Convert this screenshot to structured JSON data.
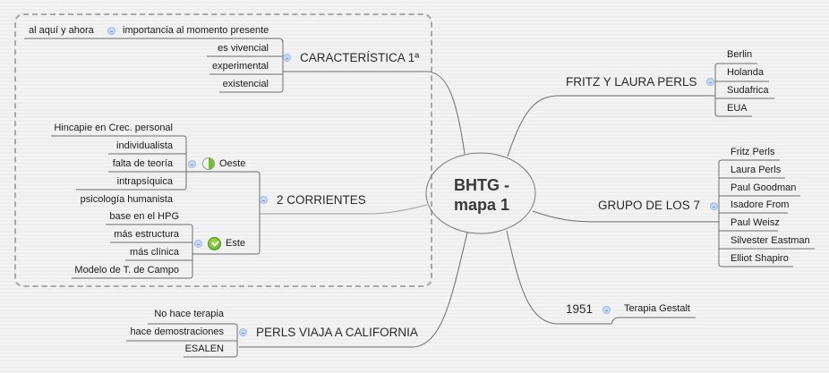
{
  "central_topic": {
    "line1": "BHTG -",
    "line2": "mapa 1"
  },
  "boundary": {
    "label": ""
  },
  "left_branches": {
    "caracteristica": {
      "title": "CARACTERÍSTICA 1ª",
      "children": [
        {
          "label": "importancia al momento presente",
          "children": [
            {
              "label": "al aquí y ahora"
            }
          ]
        },
        {
          "label": "es vivencial"
        },
        {
          "label": "experimental"
        },
        {
          "label": "existencial"
        }
      ]
    },
    "corrientes": {
      "title": "2 CORRIENTES",
      "oeste": {
        "label": "Oeste",
        "icon": "half-progress-icon",
        "children": [
          {
            "label": "Hincapie en Crec. personal"
          },
          {
            "label": "individualista"
          },
          {
            "label": "falta de teoría"
          },
          {
            "label": "intrapsíquica"
          },
          {
            "label": "psicología humanista"
          }
        ]
      },
      "este": {
        "label": "Este",
        "icon": "check-icon",
        "children": [
          {
            "label": "base en el HPG"
          },
          {
            "label": "más estructura"
          },
          {
            "label": "más clínica"
          },
          {
            "label": "Modelo de T. de Campo"
          }
        ]
      }
    },
    "california": {
      "title": "PERLS VIAJA A CALIFORNIA",
      "children": [
        {
          "label": "No hace terapia"
        },
        {
          "label": "hace demostraciones"
        },
        {
          "label": "ESALEN"
        }
      ]
    }
  },
  "right_branches": {
    "perls": {
      "title": "FRITZ Y LAURA PERLS",
      "children": [
        {
          "label": "Berlin"
        },
        {
          "label": "Holanda"
        },
        {
          "label": "Sudafrica"
        },
        {
          "label": "EUA"
        }
      ]
    },
    "grupo": {
      "title": "GRUPO DE LOS 7",
      "children": [
        {
          "label": "Fritz Perls"
        },
        {
          "label": "Laura Perls"
        },
        {
          "label": "Paul Goodman"
        },
        {
          "label": "Isadore From"
        },
        {
          "label": "Paul Weisz"
        },
        {
          "label": "Silvester Eastman"
        },
        {
          "label": "Elliot Shapiro"
        }
      ]
    },
    "year": {
      "title": "1951",
      "children": [
        {
          "label": "Terapia Gestalt"
        }
      ]
    }
  },
  "colors": {
    "line": "#6e6e6e",
    "collapse_fill": "#c9d8f4",
    "check_green": "#5aa81c",
    "boundary": "#a8a8a8"
  }
}
